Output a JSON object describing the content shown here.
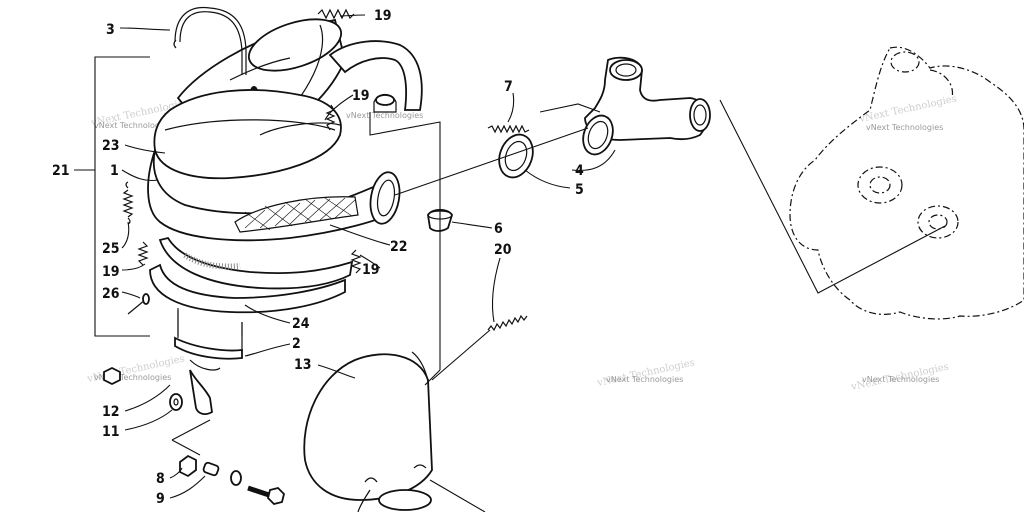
{
  "diagram": {
    "callouts": [
      {
        "id": "c3",
        "label": "3"
      },
      {
        "id": "c19a",
        "label": "19"
      },
      {
        "id": "c19b",
        "label": "19"
      },
      {
        "id": "c23",
        "label": "23"
      },
      {
        "id": "c1",
        "label": "1"
      },
      {
        "id": "c21",
        "label": "21"
      },
      {
        "id": "c25",
        "label": "25"
      },
      {
        "id": "c19c",
        "label": "19"
      },
      {
        "id": "c19d",
        "label": "19"
      },
      {
        "id": "c26",
        "label": "26"
      },
      {
        "id": "c24",
        "label": "24"
      },
      {
        "id": "c2",
        "label": "2"
      },
      {
        "id": "c22",
        "label": "22"
      },
      {
        "id": "c6",
        "label": "6"
      },
      {
        "id": "c20",
        "label": "20"
      },
      {
        "id": "c7",
        "label": "7"
      },
      {
        "id": "c4",
        "label": "4"
      },
      {
        "id": "c5",
        "label": "5"
      },
      {
        "id": "c13",
        "label": "13"
      },
      {
        "id": "c12",
        "label": "12"
      },
      {
        "id": "c11",
        "label": "11"
      },
      {
        "id": "c8",
        "label": "8"
      },
      {
        "id": "c9",
        "label": "9"
      }
    ],
    "watermark": {
      "text": "vNext Technologies"
    }
  }
}
